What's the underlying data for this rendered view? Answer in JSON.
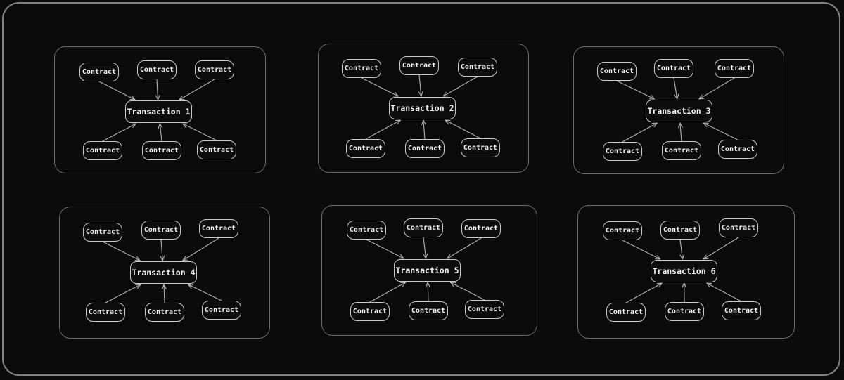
{
  "colors": {
    "background": "#0b0b0b",
    "frame_border": "#848484",
    "group_border": "#6d6d6d",
    "node_border": "#c9c9c9",
    "node_fill": "#0d0d0d",
    "arrow": "#b3b3b3",
    "text": "#f2f2f2"
  },
  "diagram": {
    "groups": [
      {
        "title": "Transaction 1",
        "top_contracts": [
          "Contract",
          "Contract",
          "Contract"
        ],
        "bottom_contracts": [
          "Contract",
          "Contract",
          "Contract"
        ]
      },
      {
        "title": "Transaction 2",
        "top_contracts": [
          "Contract",
          "Contract",
          "Contract"
        ],
        "bottom_contracts": [
          "Contract",
          "Contract",
          "Contract"
        ]
      },
      {
        "title": "Transaction 3",
        "top_contracts": [
          "Contract",
          "Contract",
          "Contract"
        ],
        "bottom_contracts": [
          "Contract",
          "Contract",
          "Contract"
        ]
      },
      {
        "title": "Transaction 4",
        "top_contracts": [
          "Contract",
          "Contract",
          "Contract"
        ],
        "bottom_contracts": [
          "Contract",
          "Contract",
          "Contract"
        ]
      },
      {
        "title": "Transaction 5",
        "top_contracts": [
          "Contract",
          "Contract",
          "Contract"
        ],
        "bottom_contracts": [
          "Contract",
          "Contract",
          "Contract"
        ]
      },
      {
        "title": "Transaction 6",
        "top_contracts": [
          "Contract",
          "Contract",
          "Contract"
        ],
        "bottom_contracts": [
          "Contract",
          "Contract",
          "Contract"
        ]
      }
    ]
  }
}
